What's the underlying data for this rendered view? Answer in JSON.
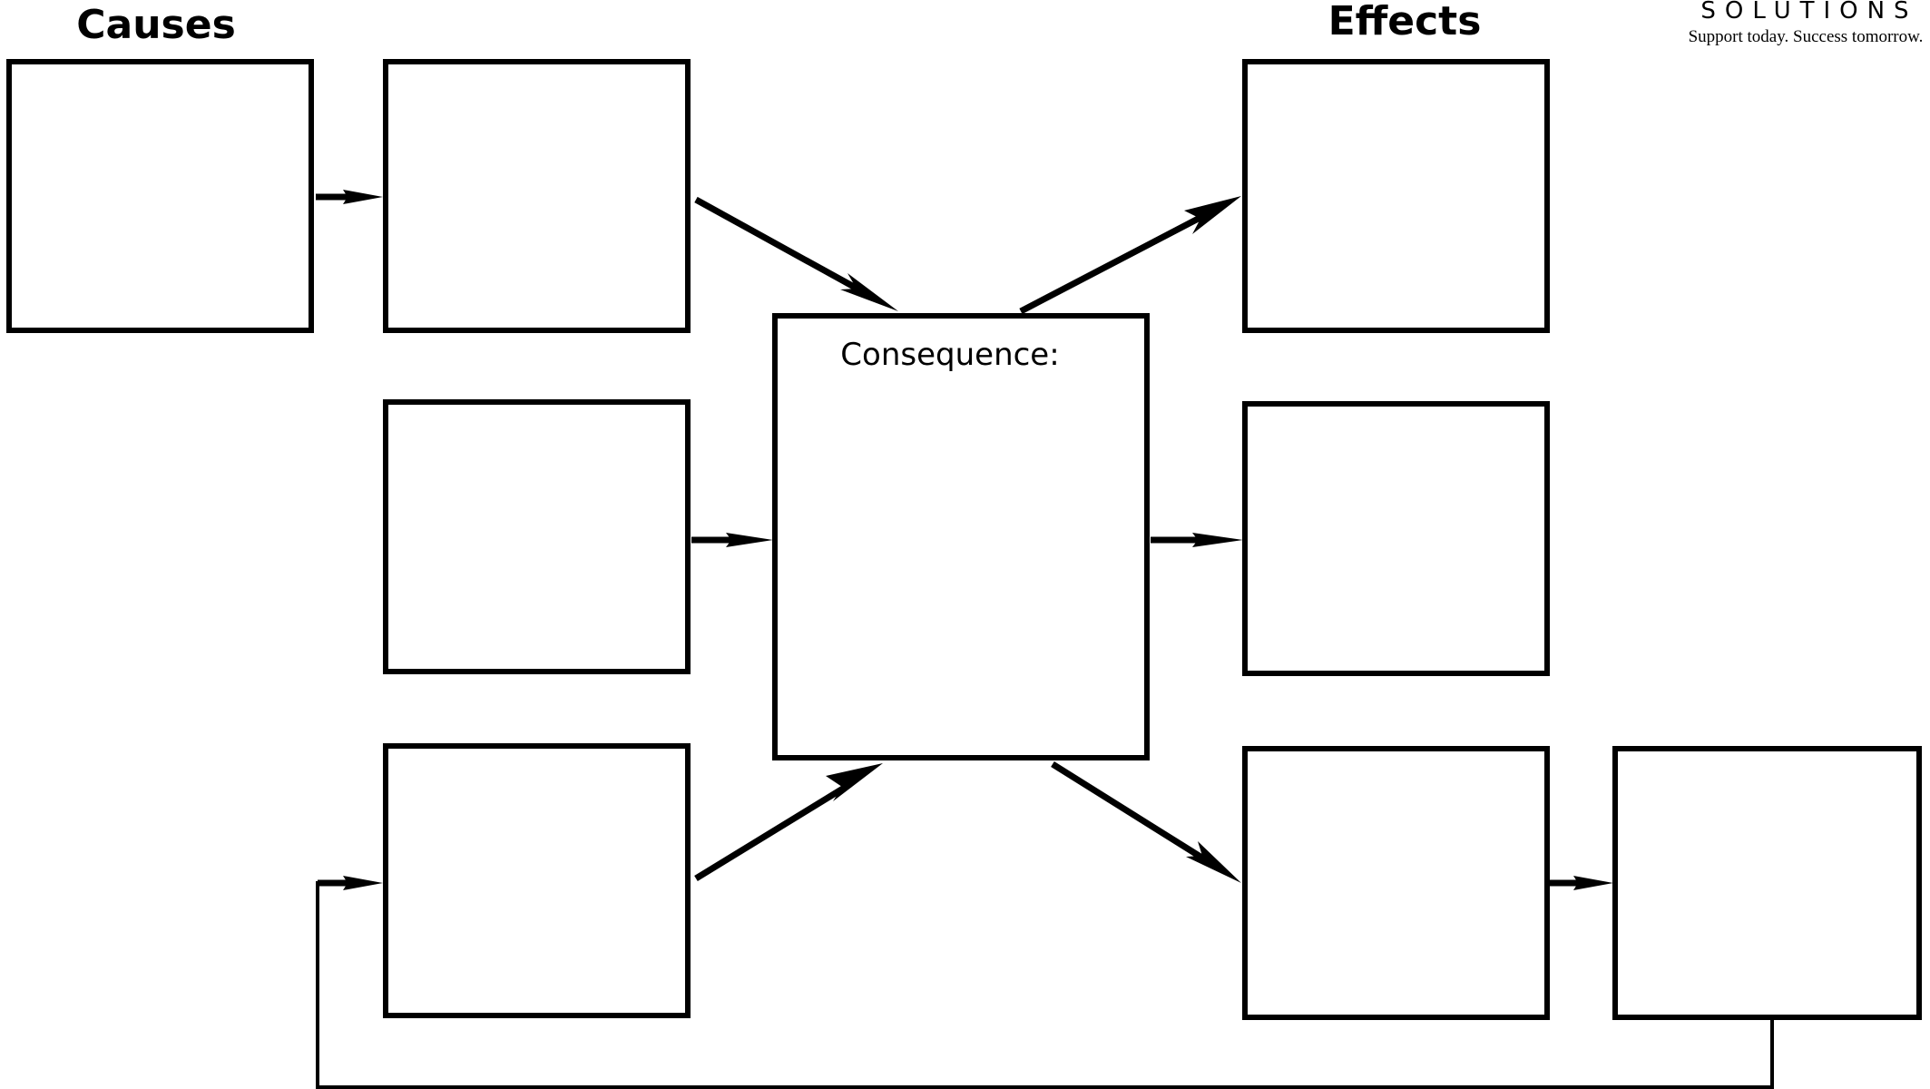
{
  "headings": {
    "causes": "Causes",
    "effects": "Effects"
  },
  "center": {
    "label": "Consequence:"
  },
  "brand": {
    "name": "SOLUTIONS",
    "tagline": "Support today. Success tomorrow."
  },
  "boxes": [
    {
      "id": "cause-root",
      "group": "cause",
      "text": ""
    },
    {
      "id": "cause-1",
      "group": "cause",
      "text": ""
    },
    {
      "id": "cause-2",
      "group": "cause",
      "text": ""
    },
    {
      "id": "cause-3",
      "group": "cause",
      "text": ""
    },
    {
      "id": "consequence",
      "group": "consequence",
      "text": ""
    },
    {
      "id": "effect-1",
      "group": "effect",
      "text": ""
    },
    {
      "id": "effect-2",
      "group": "effect",
      "text": ""
    },
    {
      "id": "effect-3",
      "group": "effect",
      "text": ""
    },
    {
      "id": "effect-4",
      "group": "effect",
      "text": ""
    }
  ],
  "connections": [
    {
      "from": "cause-root",
      "to": "cause-1"
    },
    {
      "from": "cause-1",
      "to": "consequence"
    },
    {
      "from": "cause-2",
      "to": "consequence"
    },
    {
      "from": "cause-3",
      "to": "consequence"
    },
    {
      "from": "consequence",
      "to": "effect-1"
    },
    {
      "from": "consequence",
      "to": "effect-2"
    },
    {
      "from": "consequence",
      "to": "effect-3"
    },
    {
      "from": "effect-3",
      "to": "effect-4"
    },
    {
      "from": "effect-4",
      "to": "cause-3",
      "style": "feedback-loop"
    }
  ],
  "colors": {
    "stroke": "#000000",
    "background": "#ffffff"
  }
}
